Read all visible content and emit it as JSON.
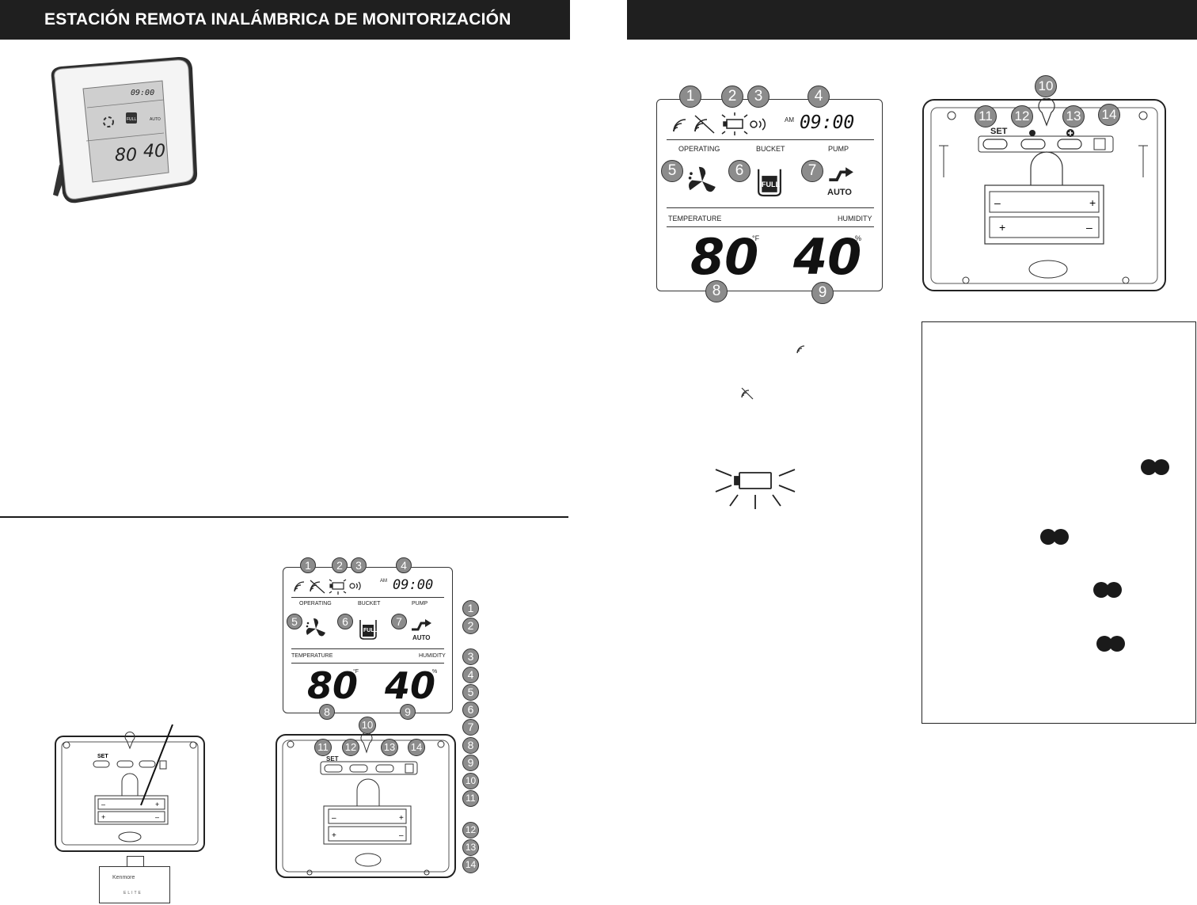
{
  "left_header": {
    "title": "ESTACIÓN REMOTA INALÁMBRICA DE MONITORIZACIÓN"
  },
  "right_header": {
    "title": ""
  },
  "device_photo": {
    "time": "09:00",
    "temperature": "80",
    "humidity": "40",
    "badge": "FULL",
    "pump_label": "AUTO"
  },
  "display": {
    "am_label": "AM",
    "time": "09:00",
    "operating_label": "OPERATING",
    "bucket_label": "BUCKET",
    "pump_label": "PUMP",
    "temperature_label": "TEMPERATURE",
    "humidity_label": "HUMIDITY",
    "temperature_value": "80",
    "temperature_unit": "°F",
    "humidity_value": "40",
    "humidity_unit": "%",
    "bucket_badge": "FULL",
    "pump_auto": "AUTO"
  },
  "back_panel": {
    "set_label": "SET",
    "minus_label": "",
    "plus_label": ""
  },
  "callouts": {
    "n1": "1",
    "n2": "2",
    "n3": "3",
    "n4": "4",
    "n5": "5",
    "n6": "6",
    "n7": "7",
    "n8": "8",
    "n9": "9",
    "n10": "10",
    "n11": "11",
    "n12": "12",
    "n13": "13",
    "n14": "14"
  },
  "legend_numbers": [
    "1",
    "2",
    "3",
    "4",
    "5",
    "6",
    "7",
    "8",
    "9",
    "10",
    "11",
    "12",
    "13",
    "14"
  ],
  "elite_badge": {
    "brand": "Kenmore",
    "line": "ELITE"
  },
  "icons": [
    "signal-icon",
    "no-signal-icon",
    "battery-icon",
    "buzzer-icon",
    "fan-icon",
    "bucket-icon",
    "pump-icon",
    "hanger-hole-icon"
  ]
}
